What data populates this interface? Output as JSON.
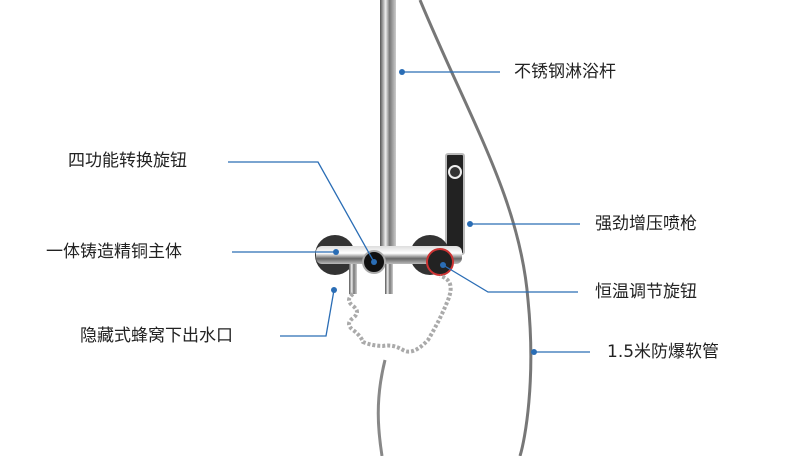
{
  "labels": {
    "rod": "不锈钢淋浴杆",
    "diverter": "四功能转换旋钮",
    "body": "一体铸造精铜主体",
    "outlet": "隐藏式蜂窝下出水口",
    "spray_gun": "强劲增压喷枪",
    "thermostat": "恒温调节旋钮",
    "hose": "1.5米防爆软管"
  },
  "colors": {
    "leader": "#2a6db5",
    "metal": "#8a8a8a"
  }
}
